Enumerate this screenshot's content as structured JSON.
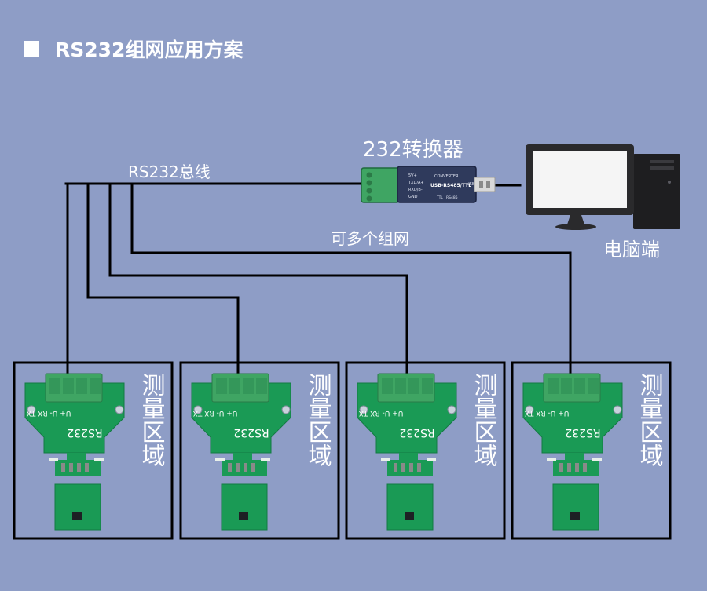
{
  "header": {
    "title": "RS232组网应用方案"
  },
  "diagram": {
    "bus_label": "RS232总线",
    "converter_label": "232转换器",
    "computer_label": "电脑端",
    "multi_network_label": "可多个组网",
    "converter_print": {
      "line1": "USB-RS485/TTL",
      "line2": "CONVERTER",
      "pin_5v": "5V+",
      "pin_txd": "TXD/A+",
      "pin_rxd": "RXD/B-",
      "pin_gnd": "GND",
      "mode_ttl": "TTL",
      "mode_rs485": "RS485",
      "usb": "USB"
    },
    "nodes": [
      {
        "board_label": "RS232",
        "pin_label": "U+ U- RX TX",
        "area_label": "测量区域"
      },
      {
        "board_label": "RS232",
        "pin_label": "U+ U- RX TX",
        "area_label": "测量区域"
      },
      {
        "board_label": "RS232",
        "pin_label": "U+ U- RX TX",
        "area_label": "测量区域"
      },
      {
        "board_label": "RS232",
        "pin_label": "U+ U- RX TX",
        "area_label": "测量区域"
      }
    ]
  },
  "colors": {
    "background": "#8e9dc6",
    "pcb_green": "#1a9a55",
    "terminal_green": "#3fa563",
    "wire": "#000000",
    "text_white": "#ffffff"
  }
}
